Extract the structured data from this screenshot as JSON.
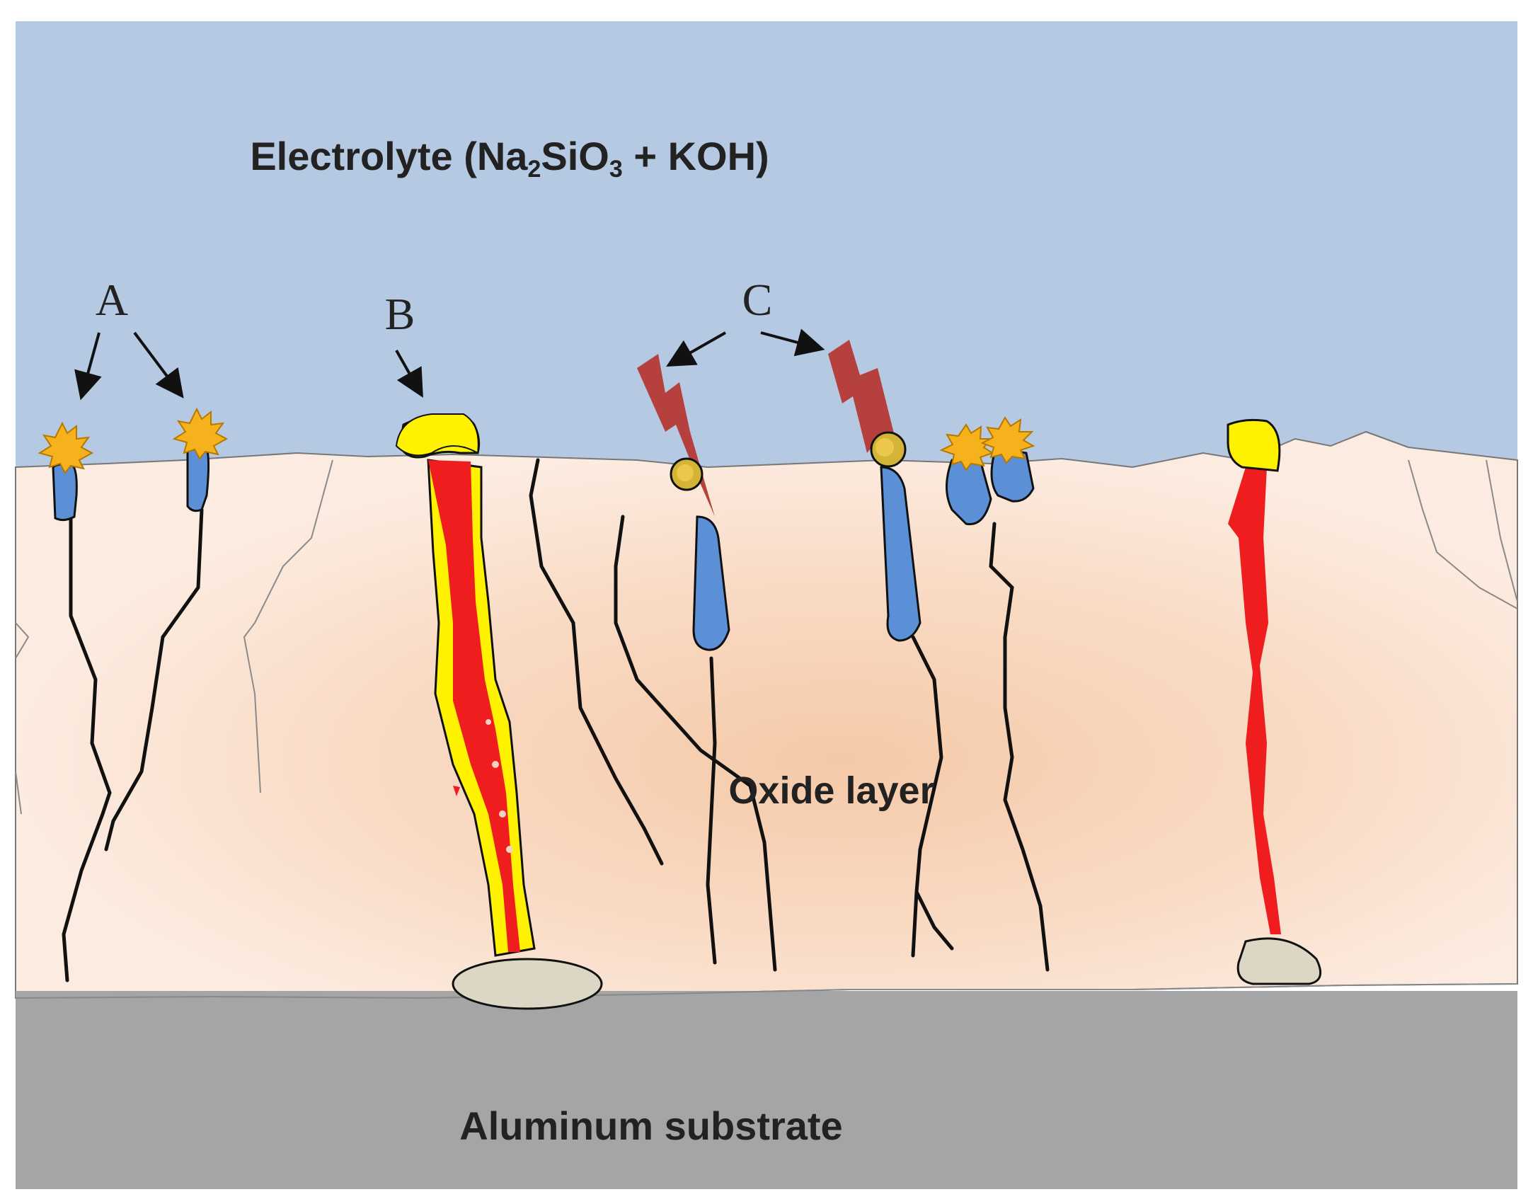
{
  "diagram": {
    "layers": {
      "electrolyte": {
        "label_prefix": "Electrolyte (Na",
        "sub1": "2",
        "mid": "SiO",
        "sub2": "3",
        "label_suffix": " + KOH)"
      },
      "oxide": {
        "label": "Oxide layer"
      },
      "substrate": {
        "label": "Aluminum substrate"
      }
    },
    "markers": {
      "a": "A",
      "b": "B",
      "c": "C"
    },
    "colors": {
      "electrolyte": "#b6c9e2",
      "oxide": "#fbe3d2",
      "oxide_core": "#f5c9a8",
      "substrate": "#a5a5a5",
      "discharge_channel": "#ef1d1d",
      "molten_product": "#fff200",
      "gas_bubble": "#f6b21d",
      "blue_plug": "#5b8fd6",
      "spark": "#b5403d",
      "deposit": "#dcd7c4"
    }
  }
}
